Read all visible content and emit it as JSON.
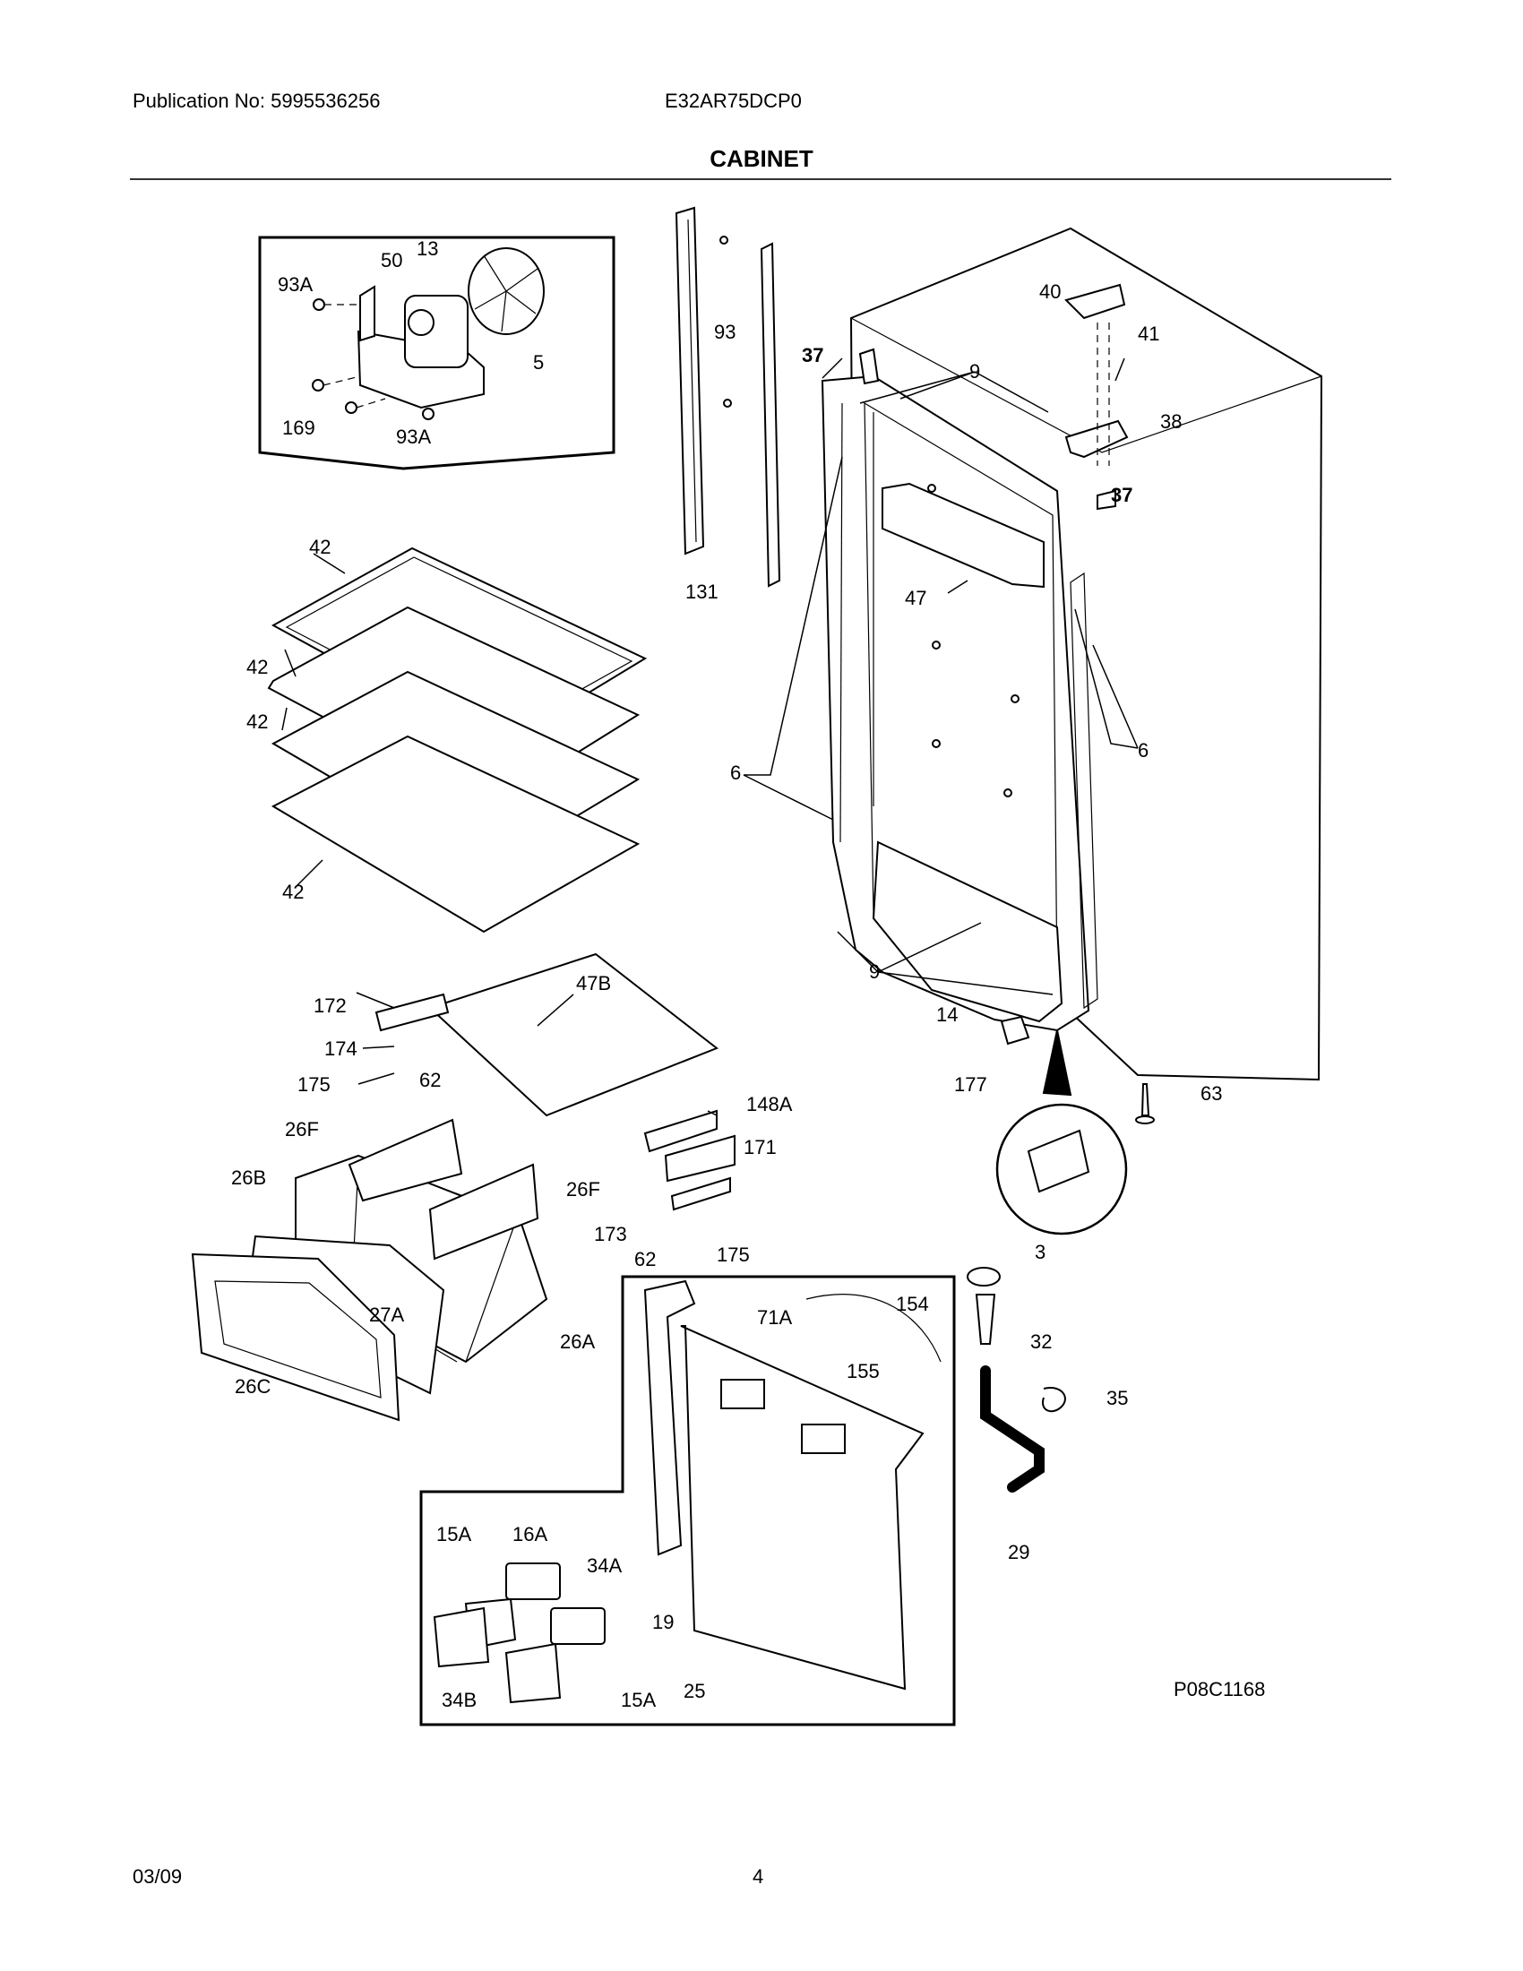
{
  "header": {
    "publication": "Publication No: 5995536256",
    "model": "E32AR75DCP0",
    "section_title": "CABINET"
  },
  "diagram_code": "P08C1168",
  "footer": {
    "date": "03/09",
    "page": "4"
  },
  "callouts": {
    "c50": "50",
    "c13": "13",
    "c93a_1": "93A",
    "c5": "5",
    "c169": "169",
    "c93a_2": "93A",
    "c93": "93",
    "c131": "131",
    "c37a": "37",
    "c37b": "37",
    "c9a": "9",
    "c9b": "9",
    "c40": "40",
    "c41": "41",
    "c38": "38",
    "c47": "47",
    "c6a": "6",
    "c6b": "6",
    "c42a": "42",
    "c42b": "42",
    "c42c": "42",
    "c42d": "42",
    "c47b": "47B",
    "c172": "172",
    "c174": "174",
    "c175a": "175",
    "c62a": "62",
    "c148a": "148A",
    "c171": "171",
    "c26fa": "26F",
    "c26fb": "26F",
    "c26b": "26B",
    "c173": "173",
    "c62b": "62",
    "c175b": "175",
    "c27a": "27A",
    "c26a": "26A",
    "c26c": "26C",
    "c14": "14",
    "c177": "177",
    "c63": "63",
    "c3": "3",
    "c32": "32",
    "c35": "35",
    "c29": "29",
    "c71a": "71A",
    "c154": "154",
    "c155": "155",
    "c19": "19",
    "c25": "25",
    "c15aa": "15A",
    "c16a": "16A",
    "c34a": "34A",
    "c34b": "34B",
    "c15ab": "15A"
  }
}
